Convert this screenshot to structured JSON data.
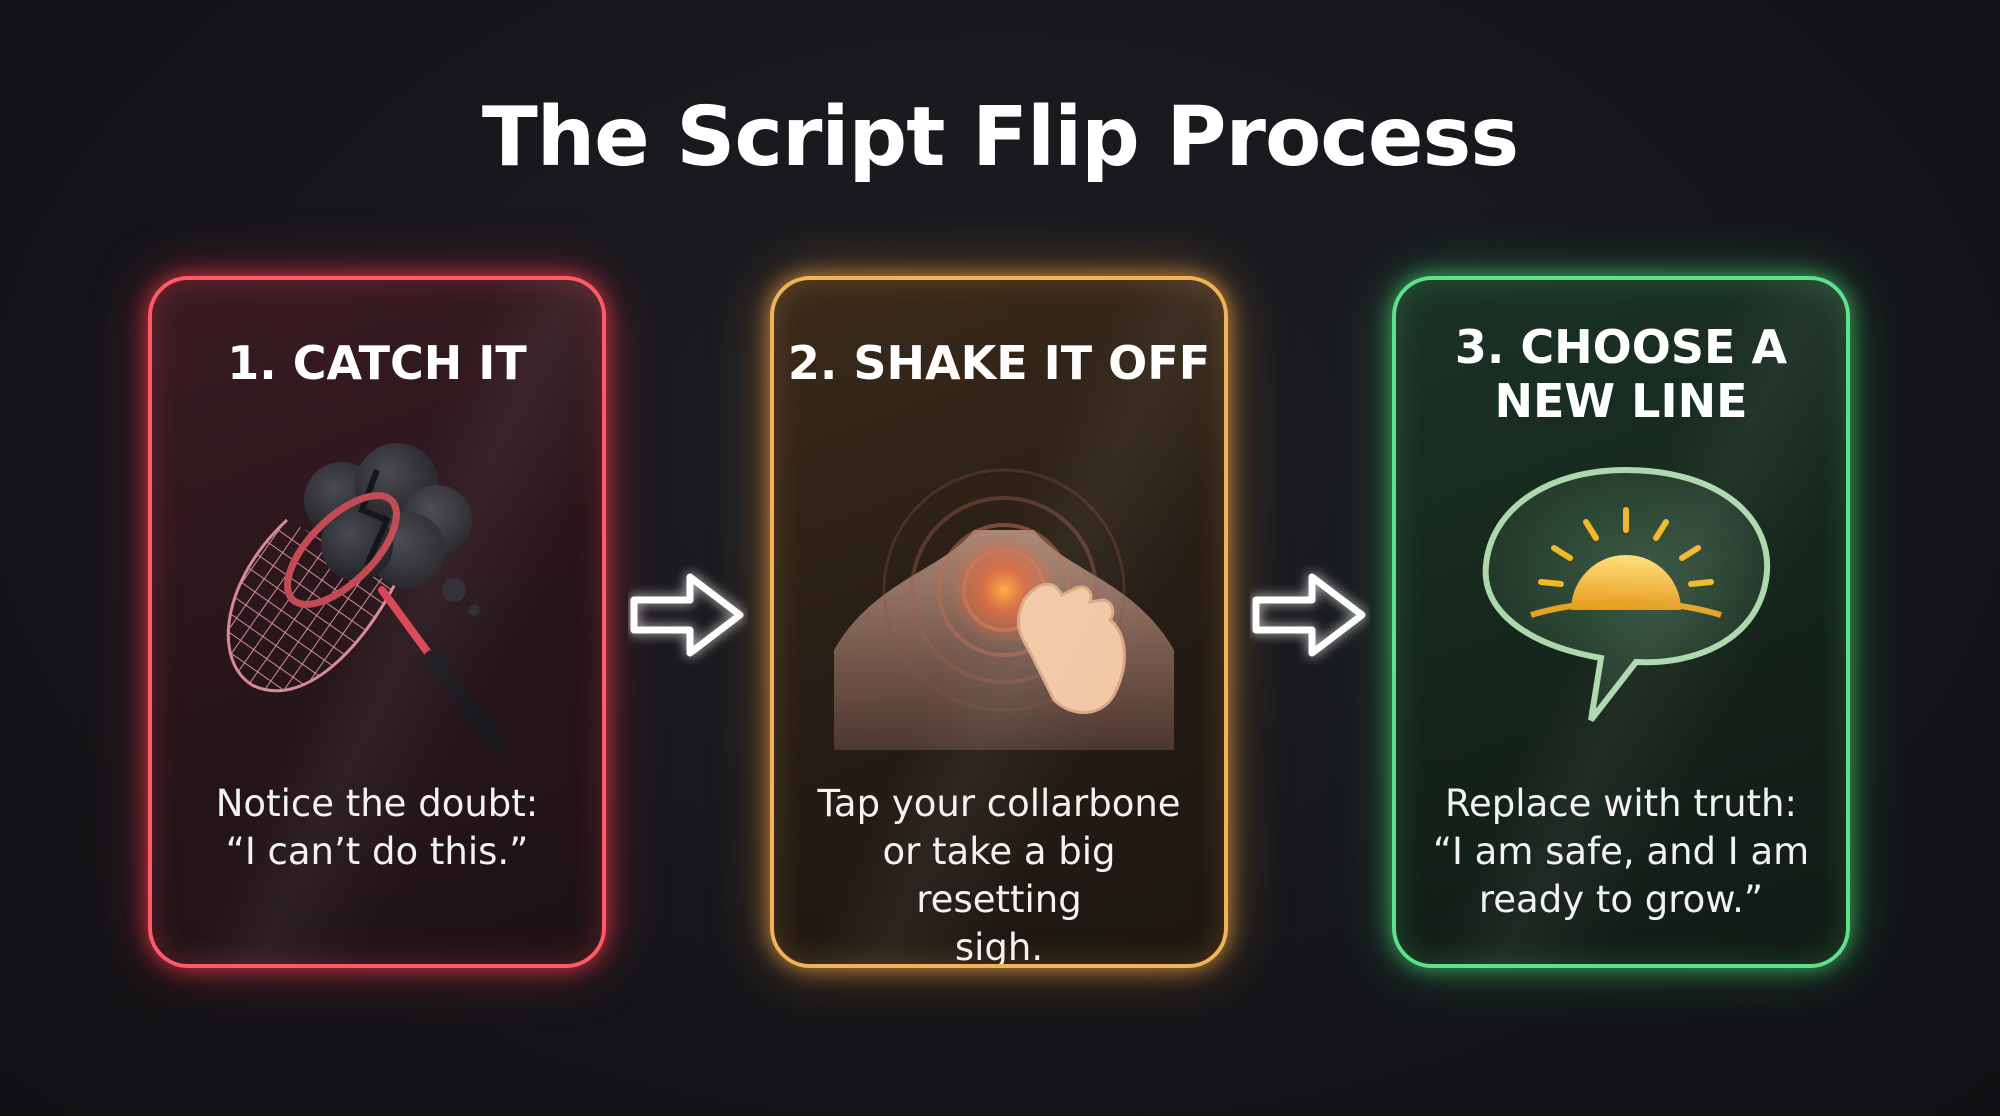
{
  "title": "The Script Flip Process",
  "steps": [
    {
      "heading": "1. CATCH IT",
      "line1": "Notice the doubt:",
      "line2": "“I can’t do this.”",
      "line3": "",
      "accent": "#ff5a66"
    },
    {
      "heading": "2. SHAKE IT OFF",
      "line1": "Tap your collarbone",
      "line2": "or take a big resetting",
      "line3": "sigh.",
      "accent": "#f2b25a"
    },
    {
      "heading_line1": "3. CHOOSE A",
      "heading_line2": "NEW LINE",
      "line1": "Replace with truth:",
      "line2": "“I am safe, and I am",
      "line3": "ready to grow.”",
      "accent": "#5fe08a"
    }
  ],
  "icons": [
    "butterfly-net-cloud-icon",
    "collarbone-tap-icon",
    "sunrise-speech-bubble-icon",
    "arrow-right-icon"
  ]
}
